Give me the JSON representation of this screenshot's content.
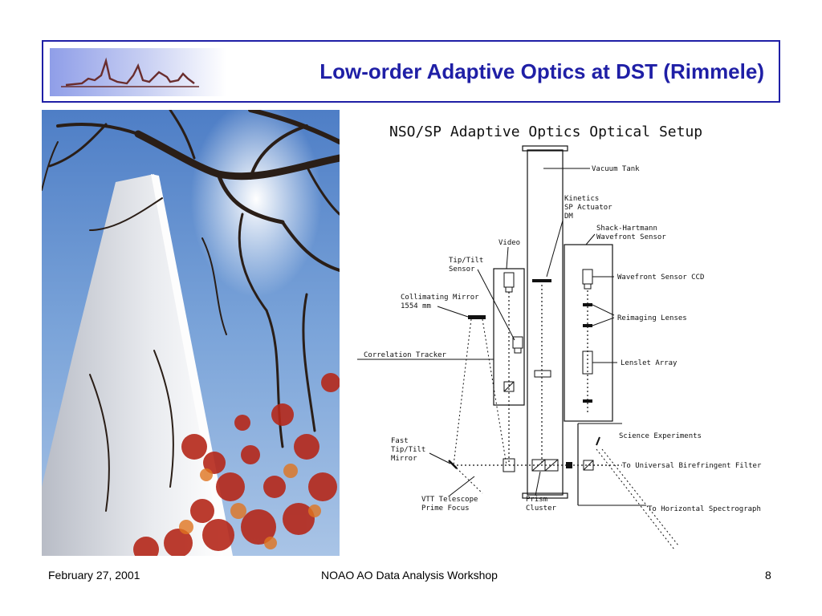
{
  "slide": {
    "title": "Low-order Adaptive Optics at DST (Rimmele)"
  },
  "diagram": {
    "heading": "NSO/SP Adaptive Optics Optical Setup",
    "labels": {
      "vacuum_tank": "Vacuum Tank",
      "kinetics_1": "Kinetics",
      "kinetics_2": "SP Actuator",
      "kinetics_3": "DM",
      "shack_1": "Shack-Hartmann",
      "shack_2": "Wavefront Sensor",
      "video": "Video",
      "tiptilt_sensor_1": "Tip/Tilt",
      "tiptilt_sensor_2": "Sensor",
      "collimating_1": "Collimating Mirror",
      "collimating_2": "1554 mm",
      "wavefront_ccd": "Wavefront Sensor CCD",
      "reimaging": "Reimaging Lenses",
      "lenslet": "Lenslet Array",
      "correlation": "Correlation Tracker",
      "science": "Science Experiments",
      "fast_1": "Fast",
      "fast_2": "Tip/Tilt",
      "fast_3": "Mirror",
      "ubf": "To Universal Birefringent Filter",
      "vtt_1": "VTT Telescope",
      "vtt_2": "Prime Focus",
      "prism_1": "Prism",
      "prism_2": "Cluster",
      "horizontal": "To Horizontal Spectrograph"
    }
  },
  "footer": {
    "date": "February 27, 2001",
    "event": "NOAO AO Data Analysis Workshop",
    "page": "8"
  },
  "colors": {
    "title": "#1f1fa6",
    "border": "#1f1fa6"
  }
}
